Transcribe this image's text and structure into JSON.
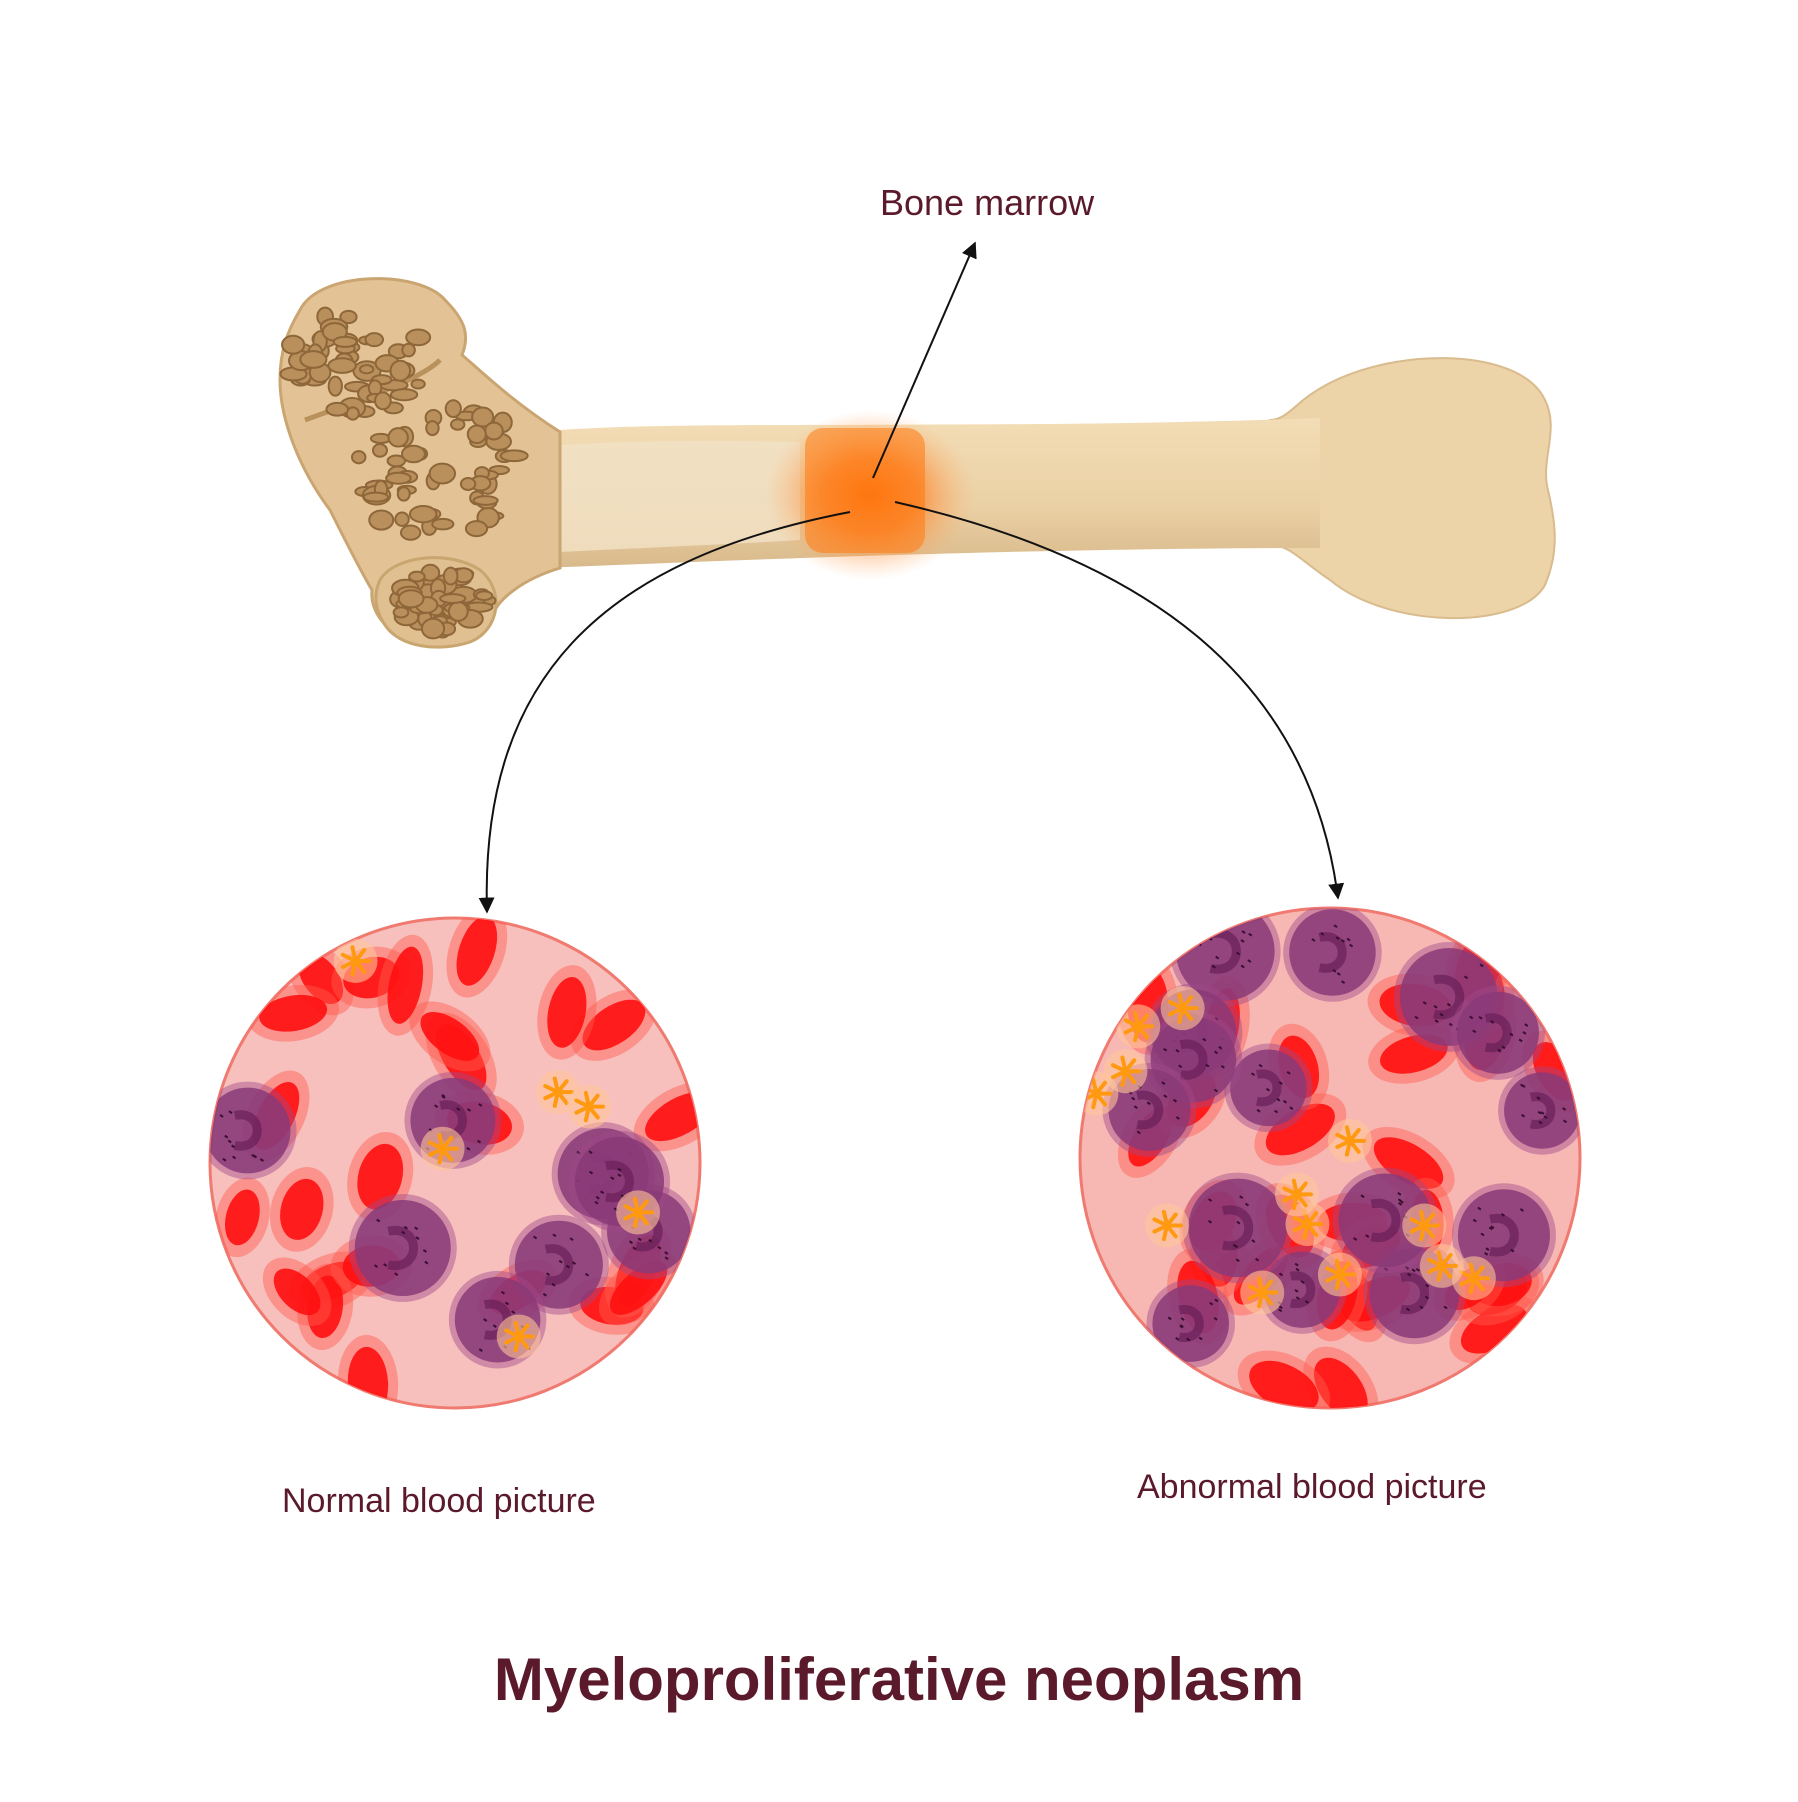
{
  "title": "Myeloproliferative neoplasm",
  "labels": {
    "bone_marrow": "Bone marrow",
    "normal": "Normal blood picture",
    "abnormal": "Abnormal blood picture"
  },
  "colors": {
    "label": "#5b1a2b",
    "bone": "#ecd3a8",
    "spongy_bone": "#d9b98a",
    "marrow_highlight": "#ff7a1a",
    "smear_background": "#f7c0bd",
    "red_blood_cell": "#ff1010",
    "white_blood_cell": "#8a3a78",
    "platelet": "#ff9a10",
    "arrow": "#111111"
  },
  "icons": [
    "femur-bone-illustration",
    "blood-smear-circle"
  ],
  "smears": {
    "normal": {
      "rbc": 24,
      "wbc": 8,
      "platelets": 6
    },
    "abnormal": {
      "rbc": 30,
      "wbc": 15,
      "platelets": 13
    }
  }
}
